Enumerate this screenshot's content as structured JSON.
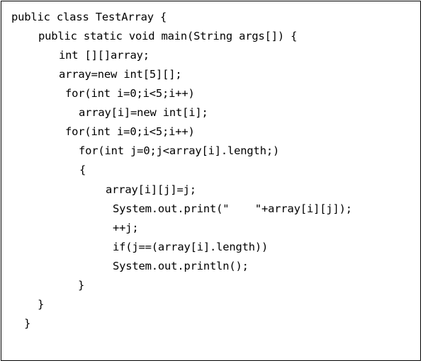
{
  "code": {
    "lines": [
      "public class TestArray {",
      "public static void main(String args[]) {",
      "int [][]array;",
      "array=new int[5][];",
      "for(int i=0;i<5;i++)",
      "array[i]=new int[i];",
      "for(int i=0;i<5;i++)",
      "for(int j=0;j<array[i].length;)",
      "{",
      "array[i][j]=j;",
      "System.out.print(\"    \"+array[i][j]);",
      "++j;",
      "if(j==(array[i].length))",
      "System.out.println();",
      "}",
      "}",
      "}"
    ]
  }
}
